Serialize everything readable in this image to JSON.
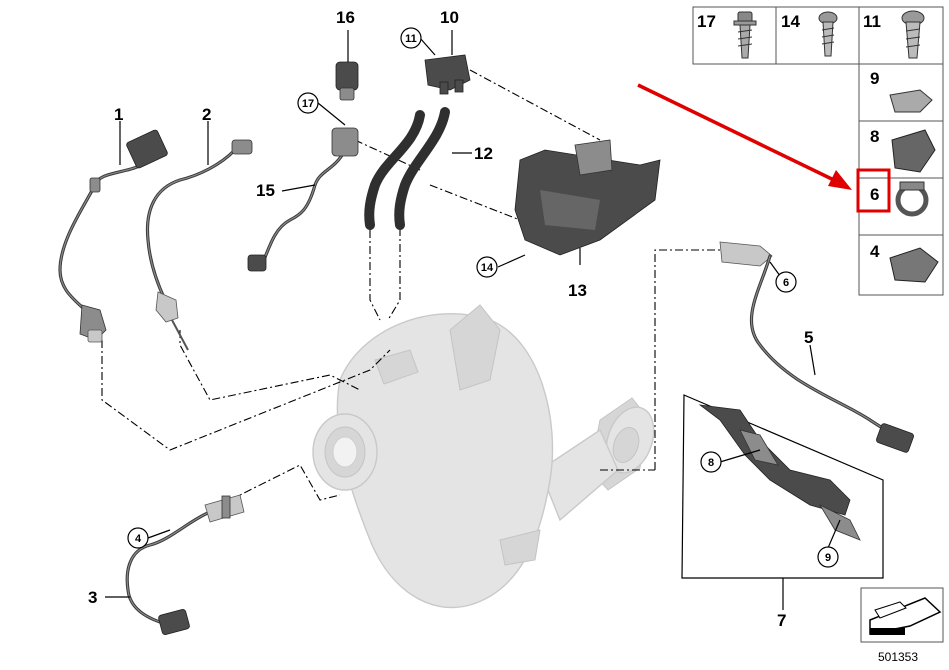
{
  "diagram": {
    "part_numbers": [
      "1",
      "2",
      "3",
      "4",
      "5",
      "6",
      "7",
      "8",
      "9",
      "10",
      "11",
      "12",
      "13",
      "14",
      "15",
      "16",
      "17"
    ],
    "callouts": {
      "c11_top": "11",
      "c17_left": "17",
      "c14_bracket": "14",
      "c6_sensor": "6",
      "c4_sensor": "4",
      "c8_inset": "8",
      "c9_inset": "9"
    },
    "hardware_grid": {
      "top_row": [
        "17",
        "14",
        "11"
      ],
      "column": [
        "9",
        "8",
        "6",
        "4"
      ],
      "highlighted": "6"
    },
    "reference_number": "501353",
    "highlight_color": "#e00000"
  }
}
